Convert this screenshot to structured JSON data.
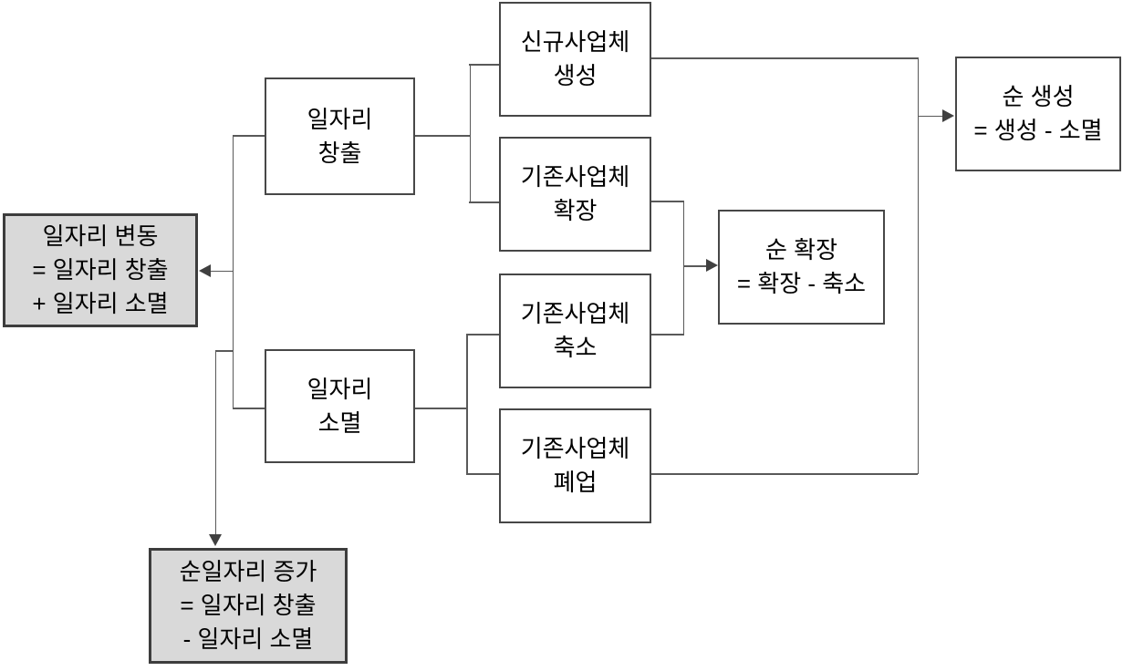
{
  "diagram": {
    "background_color": "#ffffff",
    "colors": {
      "white_box_fill": "#ffffff",
      "gray_box_fill": "#d9d9d9",
      "box_border": "#474747",
      "connector_line": "#595959",
      "arrowhead": "#404040",
      "text": "#000000"
    },
    "nodes": {
      "job_change": "일자리 변동\n= 일자리 창출\n+ 일자리 소멸",
      "job_creation": "일자리\n창출",
      "job_destruction": "일자리\n소멸",
      "new_business_birth": "신규사업체\n생성",
      "existing_business_expansion": "기존사업체\n확장",
      "existing_business_contraction": "기존사업체\n축소",
      "existing_business_closure": "기존사업체\n폐업",
      "net_birth": "순 생성\n= 생성 - 소멸",
      "net_expansion": "순 확장\n= 확장 - 축소",
      "net_job_growth": "순일자리 증가\n= 일자리 창출\n- 일자리 소멸"
    },
    "edges": [
      {
        "from": "job_creation",
        "to": "job_change",
        "arrow": true
      },
      {
        "from": "job_destruction",
        "to": "job_change",
        "arrow": true
      },
      {
        "from": "job_creation",
        "to": "net_job_growth",
        "arrow": true
      },
      {
        "from": "job_destruction",
        "to": "net_job_growth",
        "arrow": true
      },
      {
        "from": "job_creation",
        "to": "new_business_birth",
        "arrow": false
      },
      {
        "from": "job_creation",
        "to": "existing_business_expansion",
        "arrow": false
      },
      {
        "from": "job_destruction",
        "to": "existing_business_contraction",
        "arrow": false
      },
      {
        "from": "job_destruction",
        "to": "existing_business_closure",
        "arrow": false
      },
      {
        "from": "existing_business_expansion",
        "to": "net_expansion",
        "arrow": true
      },
      {
        "from": "existing_business_contraction",
        "to": "net_expansion",
        "arrow": true
      },
      {
        "from": "new_business_birth",
        "to": "net_birth",
        "arrow": true
      },
      {
        "from": "existing_business_closure",
        "to": "net_birth",
        "arrow": true
      }
    ]
  }
}
